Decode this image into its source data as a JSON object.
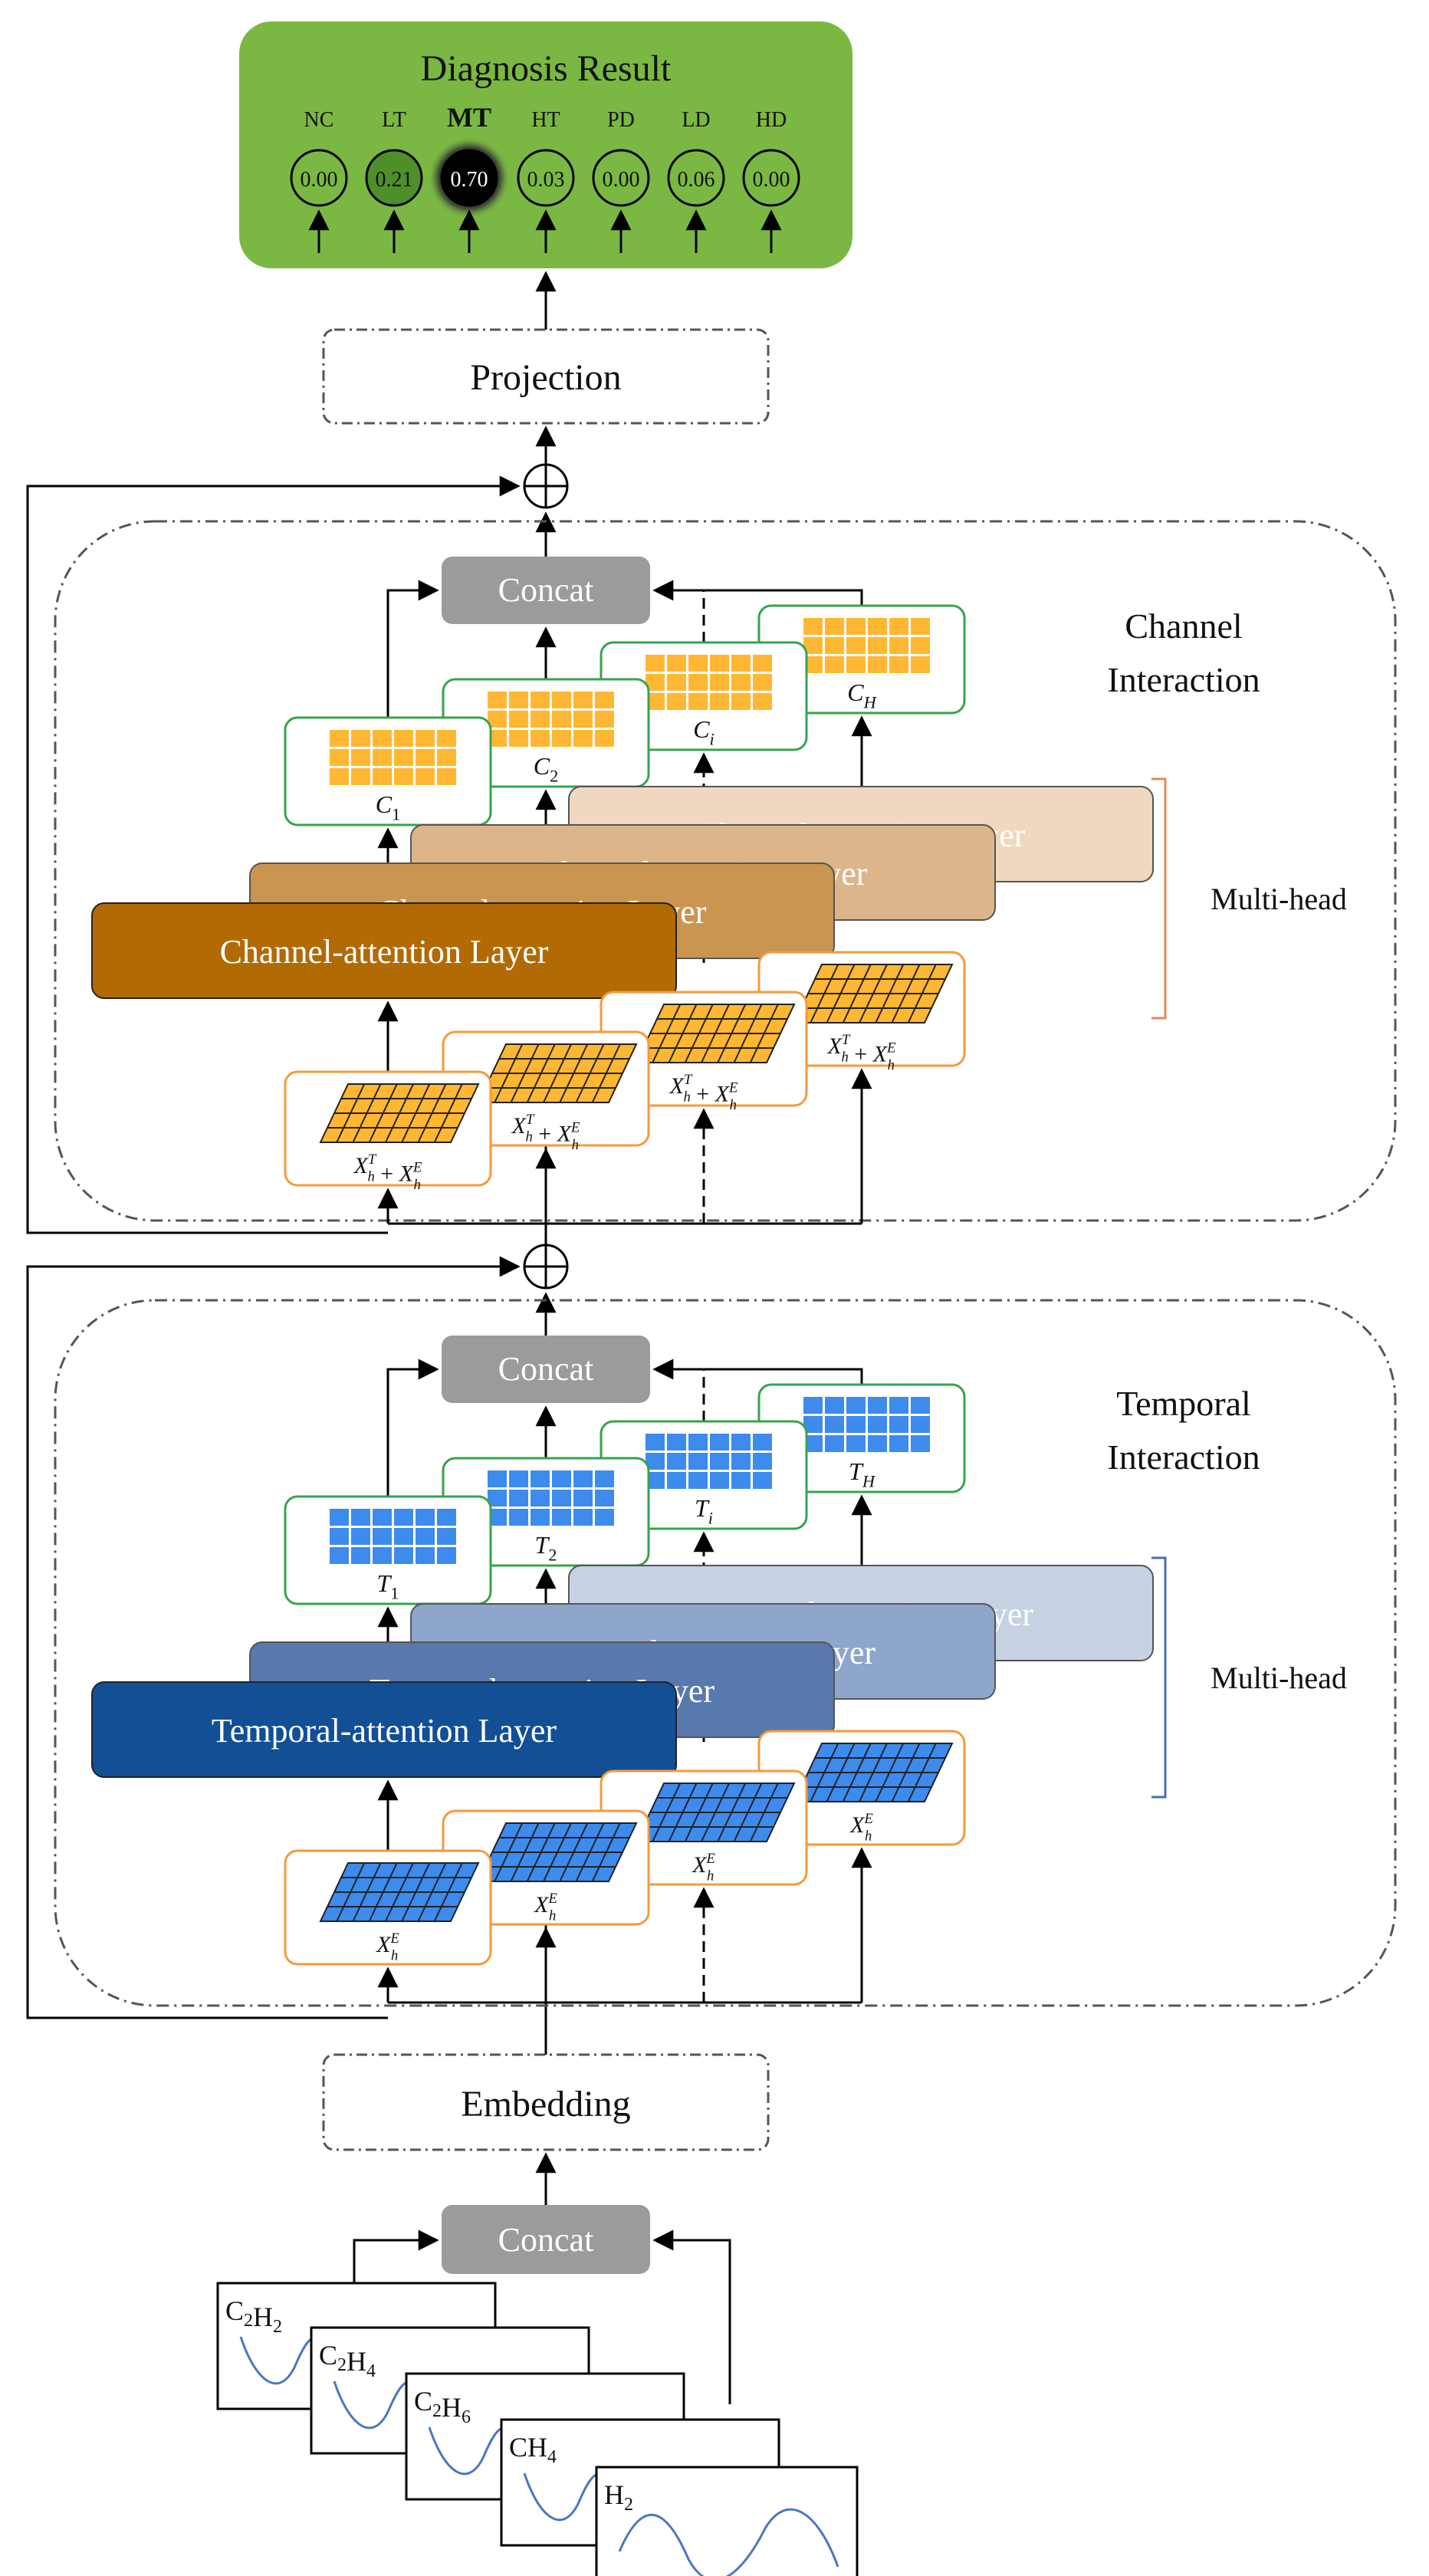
{
  "diagnosis": {
    "title": "Diagnosis Result",
    "classes": [
      {
        "label": "NC",
        "value": "0.00",
        "highlight": false
      },
      {
        "label": "LT",
        "value": "0.21",
        "highlight": false
      },
      {
        "label": "MT",
        "value": "0.70",
        "highlight": true
      },
      {
        "label": "HT",
        "value": "0.03",
        "highlight": false
      },
      {
        "label": "PD",
        "value": "0.00",
        "highlight": false
      },
      {
        "label": "LD",
        "value": "0.06",
        "highlight": false
      },
      {
        "label": "HD",
        "value": "0.00",
        "highlight": false
      }
    ],
    "panel_color": "#7bb843"
  },
  "projection": {
    "label": "Projection"
  },
  "embedding": {
    "label": "Embedding"
  },
  "channel_block": {
    "title_line1": "Channel",
    "title_line2": "Interaction",
    "concat_label": "Concat",
    "attention_layer_label": "Channel-attention  Layer",
    "ghost_label_1": "Channel-attention  Layer",
    "ghost_label_2": "Channel-attention  Layer",
    "ghost_label_3": "Channel-attention  Layer",
    "multihead_label": "Multi-head",
    "outputs": [
      "C1",
      "C2",
      "Ci",
      "CH"
    ],
    "input_label": "X_h^T + X_h^E",
    "colors": {
      "layer_front": "#b26a05",
      "layer_2": "#c99550",
      "layer_3": "#dcb68a",
      "layer_4": "#efd8bf",
      "cell": "#ffb733"
    }
  },
  "temporal_block": {
    "title_line1": "Temporal",
    "title_line2": "Interaction",
    "concat_label": "Concat",
    "attention_layer_label": "Temporal-attention  Layer",
    "ghost_label_1": "Temporal-attention  Layer",
    "ghost_label_2": "Temporal-attention  Layer",
    "ghost_label_3": "Temporal-attention  Layer",
    "multihead_label": "Multi-head",
    "outputs": [
      "T1",
      "T2",
      "Ti",
      "TH"
    ],
    "input_label": "X_h^E",
    "colors": {
      "layer_front": "#124f95",
      "layer_2": "#5779ad",
      "layer_3": "#8ea5cc",
      "layer_4": "#c7d1e4",
      "cell": "#3d8bec"
    }
  },
  "input_concat": {
    "label": "Concat"
  },
  "gas_signals": [
    "C2H2",
    "C2H4",
    "C2H6",
    "CH4",
    "H2"
  ]
}
